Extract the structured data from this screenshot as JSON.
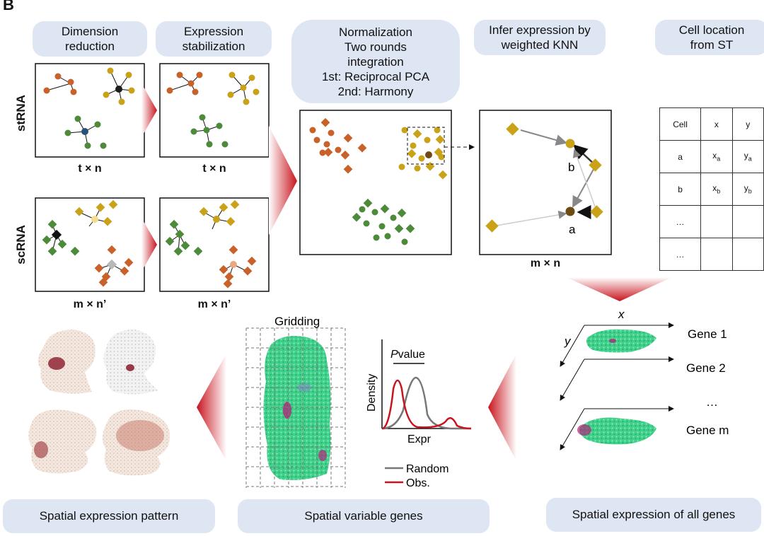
{
  "panel_letter": "B",
  "pills": {
    "dim_reduction": "Dimension\nreduction",
    "expr_stab": "Expression\nstabilization",
    "normalization": "Normalization\nTwo rounds\nintegration\n1st: Reciprocal PCA\n2nd: Harmony",
    "knn": "Infer expression by\nweighted KNN",
    "cell_loc": "Cell location\nfrom ST"
  },
  "row_labels": {
    "st": "stRNA",
    "sc": "scRNA"
  },
  "dims": {
    "tn": "t × n",
    "mn_prime": "m × n’",
    "mn": "m × n"
  },
  "knn_labels": {
    "a": "a",
    "b": "b"
  },
  "table": {
    "headers": [
      "Cell",
      "x",
      "y"
    ],
    "rows": [
      {
        "cell": "a",
        "x": "x",
        "x_sub": "a",
        "y": "y",
        "y_sub": "a"
      },
      {
        "cell": "b",
        "x": "x",
        "x_sub": "b",
        "y": "y",
        "y_sub": "b"
      },
      {
        "cell": "…",
        "x": "",
        "x_sub": "",
        "y": "",
        "y_sub": ""
      },
      {
        "cell": "…",
        "x": "",
        "x_sub": "",
        "y": "",
        "y_sub": ""
      }
    ]
  },
  "gene_panel": {
    "x": "x",
    "y": "y",
    "genes": [
      "Gene 1",
      "Gene 2",
      "…",
      "Gene m"
    ]
  },
  "gridding": "Gridding",
  "density": {
    "pvalue_italic": "P",
    "pvalue_rest": "value",
    "ylabel": "Density",
    "xlabel": "Expr",
    "legend_random": "Random",
    "legend_obs": "Obs."
  },
  "bottom": {
    "pattern": "Spatial expression pattern",
    "svg": "Spatial variable genes",
    "all": "Spatial expression of all genes"
  },
  "colors": {
    "orange": "#c8622a",
    "gold": "#c9a217",
    "green": "#4d8a3a",
    "red_arrow": "#c8141e",
    "pill": "#dde6f2"
  }
}
